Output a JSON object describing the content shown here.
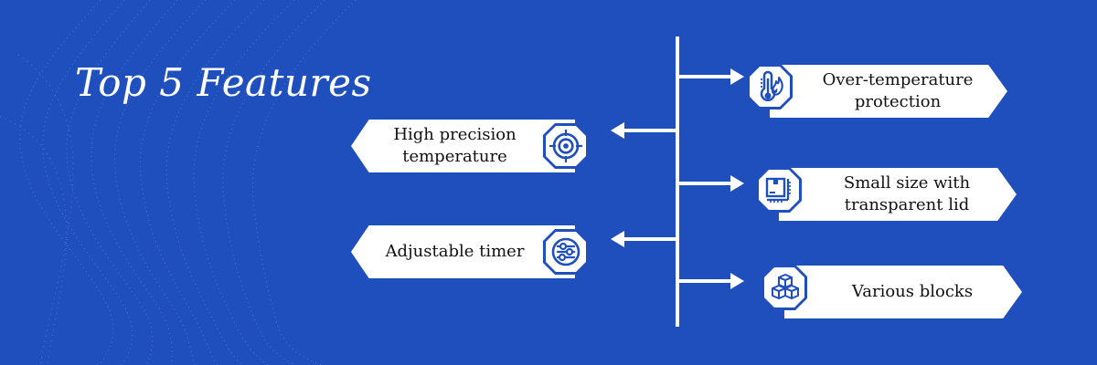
{
  "title": "Top 5 Features",
  "colors": {
    "background": "#1f4fbd",
    "card": "#ffffff",
    "text": "#111111",
    "icon": "#1f4fbd",
    "line": "#ffffff"
  },
  "features": [
    {
      "label": "High precision\ntemperature",
      "icon": "target-icon",
      "side": "left"
    },
    {
      "label": "Adjustable timer",
      "icon": "sliders-icon",
      "side": "left"
    },
    {
      "label": "Over-temperature\nprotection",
      "icon": "thermometer-fire-icon",
      "side": "right"
    },
    {
      "label": "Small size with\ntransparent lid",
      "icon": "package-size-icon",
      "side": "right"
    },
    {
      "label": "Various blocks",
      "icon": "blocks-icon",
      "side": "right"
    }
  ]
}
